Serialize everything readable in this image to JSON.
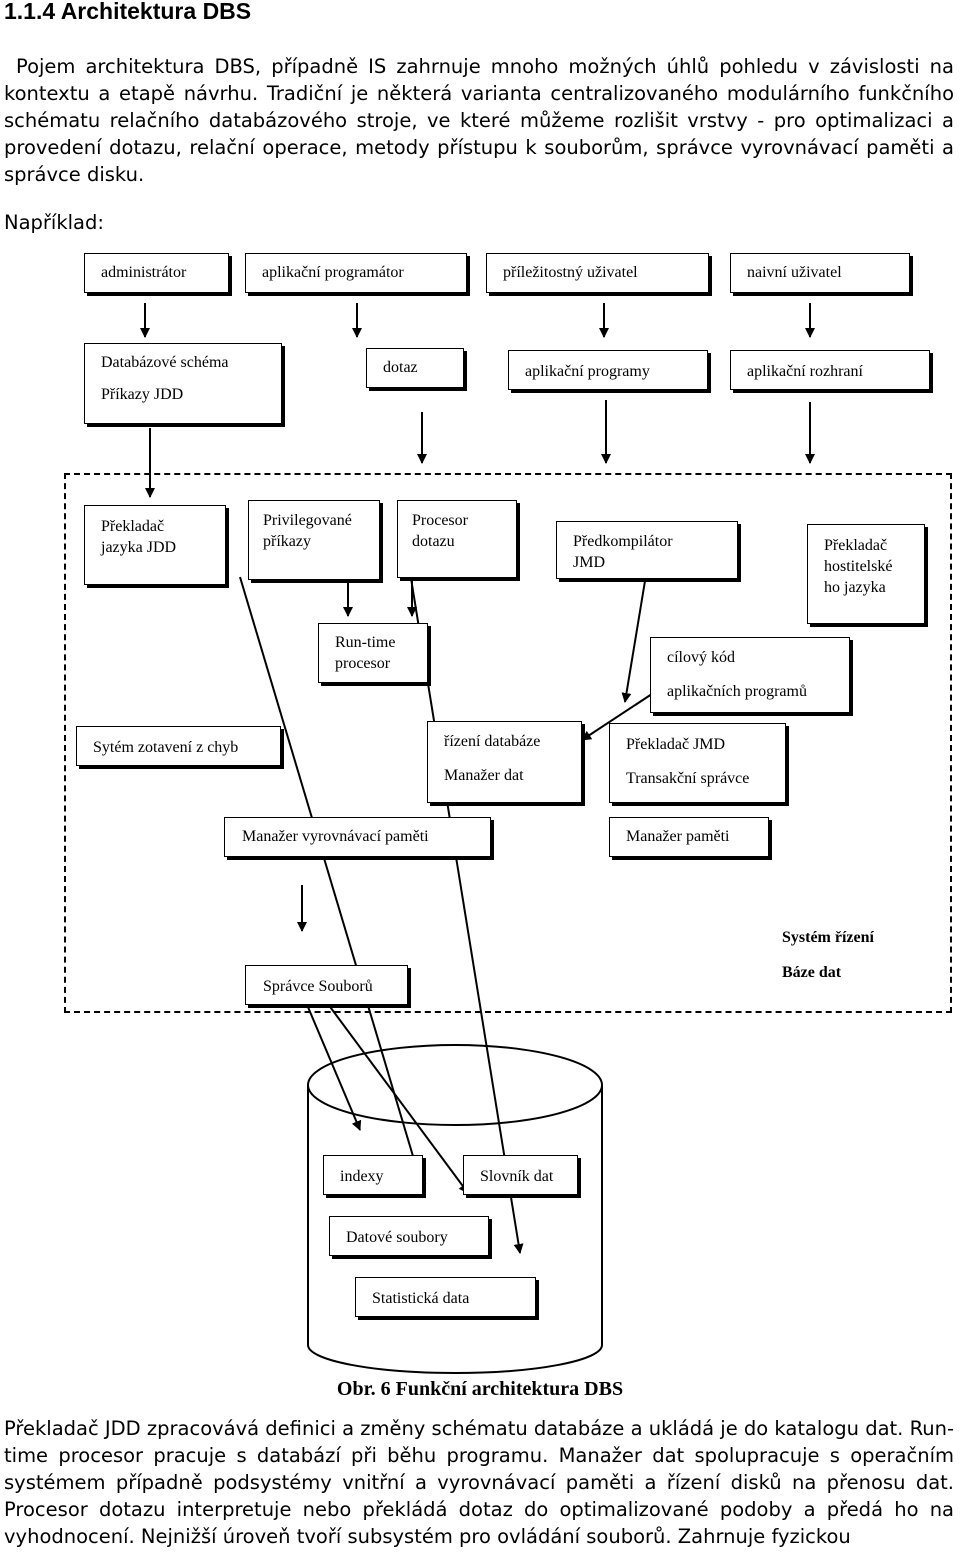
{
  "heading": "1.1.4 Architektura DBS",
  "intro": "Pojem architektura DBS, případně IS zahrnuje mnoho možných úhlů pohledu v závislosti na kontextu a etapě návrhu. Tradiční je některá varianta centralizovaného modulárního funkčního schématu relačního databázového stroje, ve které můžeme rozlišit vrstvy - pro optimalizaci a provedení dotazu, relační operace, metody přístupu k souborům, správce vyrovnávací paměti a správce disku.",
  "example_label": "Například:",
  "diagram": {
    "users": [
      "administrátor",
      "aplikační programátor",
      "příležitostný uživatel",
      "naivní uživatel"
    ],
    "schema_box": [
      "Databázové schéma",
      "Příkazy JDD"
    ],
    "query_box": "dotaz",
    "app_programs_box": "aplikační programy",
    "app_interface_box": "aplikační rozhraní",
    "ddl_compiler": [
      "Překladač",
      "jazyka JDD"
    ],
    "privileged": [
      "Privilegované",
      "příkazy"
    ],
    "query_processor": [
      "Procesor",
      "dotazu"
    ],
    "precompiler": [
      "Předkompilátor",
      "JMD"
    ],
    "host_compiler": [
      "Překladač",
      "hostitelské",
      "ho jazyka"
    ],
    "runtime": [
      "Run-time",
      "procesor"
    ],
    "target_code": [
      "cílový kód",
      "aplikačních programů"
    ],
    "recovery": "Sytém zotavení z chyb",
    "db_control": [
      "řízení databáze",
      "Manažer dat"
    ],
    "dml_compiler": [
      "Překladač JMD",
      "Transakční správce"
    ],
    "buffer_manager": "Manažer vyrovnávací paměti",
    "memory_manager": "Manažer paměti",
    "dbms_label": [
      "Systém řízení",
      "Báze dat"
    ],
    "file_manager": "Správce Souborů",
    "indexes": "indexy",
    "dictionary": "Slovník dat",
    "data_files": "Datové soubory",
    "statistics": "Statistická data"
  },
  "caption": "Obr. 6 Funkční architektura DBS",
  "body": "Překladač JDD zpracovává definici a změny schématu databáze a ukládá je do katalogu dat. Run-time procesor pracuje s databází při běhu programu. Manažer dat spolupracuje s operačním systémem případně podsystémy vnitřní a vyrovnávací paměti a řízení disků na přenosu dat. Procesor dotazu interpretuje nebo překládá dotaz do optimalizované podoby a předá ho na vyhodnocení. Nejnižší úroveň tvoří subsystém pro ovládání souborů. Zahrnuje fyzickou"
}
